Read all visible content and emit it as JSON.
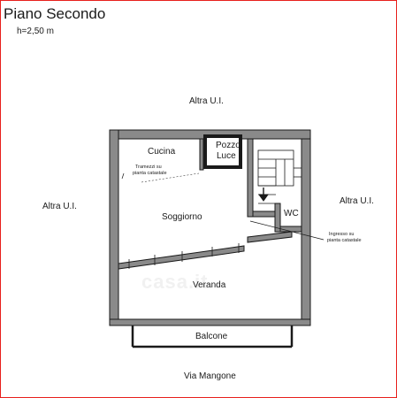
{
  "header": {
    "title": "Piano Secondo",
    "height": "h=2,50 m"
  },
  "neighbors": {
    "top": "Altra U.I.",
    "left": "Altra U.I.",
    "right": "Altra U.I."
  },
  "street": "Via Mangone",
  "rooms": {
    "cucina": "Cucina",
    "pozzo_line1": "Pozzo",
    "pozzo_line2": "Luce",
    "soggiorno": "Soggiorno",
    "wc": "WC",
    "veranda": "Veranda",
    "balcone": "Balcone"
  },
  "notes": {
    "tramezzi_line1": "Tramezzi su",
    "tramezzi_line2": "pianta catastale",
    "ingresso_line1": "Ingresso su",
    "ingresso_line2": "pianta catastale"
  },
  "watermark": "casa.it",
  "colors": {
    "frame": "#e8201c",
    "wall": "#1a1a1a",
    "wall_fill": "#8a8a8a"
  }
}
